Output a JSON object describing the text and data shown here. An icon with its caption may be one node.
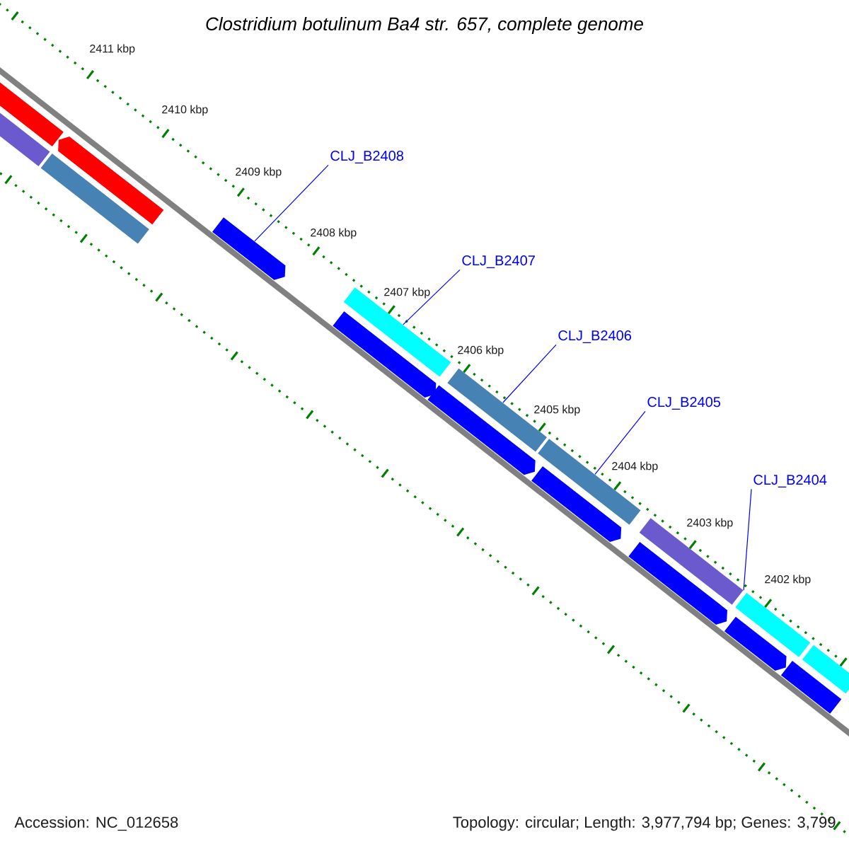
{
  "diagram": {
    "title": "Clostridium botulinum Ba4 str. 657, complete genome",
    "nodes": [
      {
        "text": [],
        "shape": "bar"
      },
      {
        "text": [],
        "shape": "bar"
      },
      {
        "text": [],
        "shape": "bar"
      },
      {
        "text": [],
        "shape": "bar"
      },
      {
        "text": [],
        "shape": "bar"
      },
      {
        "text": [],
        "shape": "bar"
      },
      {
        "text": [],
        "shape": "bar"
      },
      {
        "text": [],
        "shape": "bar"
      },
      {
        "text": [],
        "shape": "bar"
      },
      {
        "text": [],
        "shape": "bar"
      },
      {
        "text": [],
        "shape": "bar"
      },
      {
        "text": [],
        "shape": "bar"
      },
      {
        "text": [],
        "shape": "bar"
      },
      {
        "text": [],
        "shape": "bar"
      },
      {
        "text": [],
        "shape": "bar"
      },
      {
        "text": [],
        "shape": "bar"
      },
      {
        "text": [],
        "shape": "bar"
      },
      {
        "text": [
          "CLJ_B2408"
        ]
      },
      {
        "text": [
          "CLJ_B2407"
        ]
      },
      {
        "text": [
          "CLJ_B2406"
        ]
      },
      {
        "text": [
          "CLJ_B2405"
        ]
      },
      {
        "text": [
          "CLJ_B2404"
        ]
      }
    ],
    "edges": [
      {
        "from": 17,
        "to": 4,
        "arrow": "none"
      },
      {
        "from": 18,
        "to": 5,
        "arrow": "none"
      },
      {
        "from": 19,
        "to": 7,
        "arrow": "none"
      },
      {
        "from": 20,
        "to": 8,
        "arrow": "none"
      },
      {
        "from": 21,
        "to": 11,
        "arrow": "none"
      }
    ],
    "labels": [
      "2411 kbp",
      "2410 kbp",
      "2409 kbp",
      "2408 kbp",
      "2407 kbp",
      "2406 kbp",
      "2405 kbp",
      "2404 kbp",
      "2403 kbp",
      "2402 kbp",
      "Accession: NC_012658",
      "Topology: circular; Length: 3,977,794 bp; Genes: 3,799"
    ]
  }
}
